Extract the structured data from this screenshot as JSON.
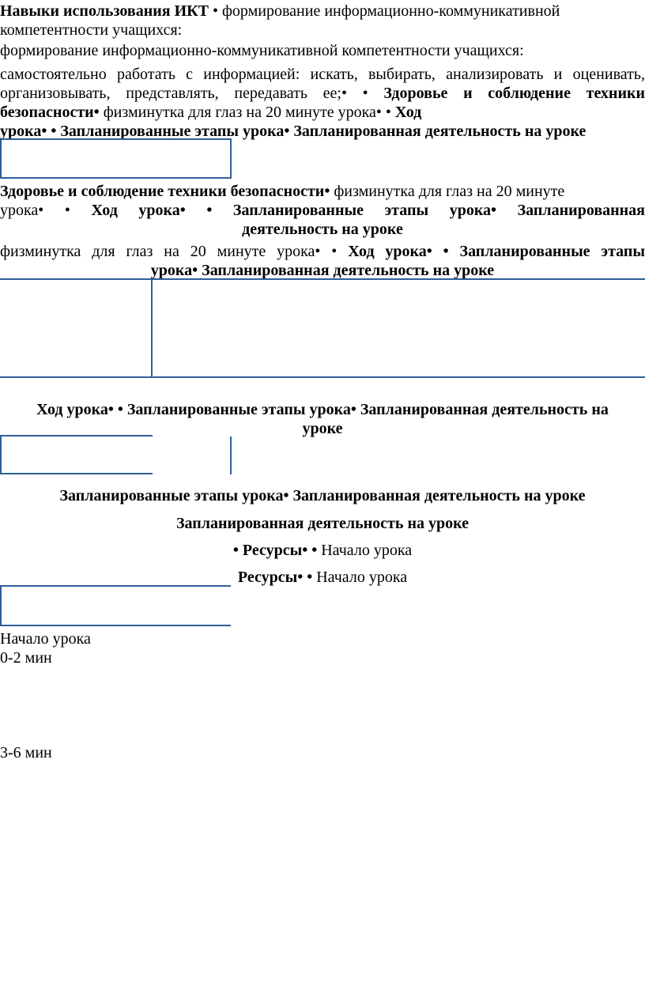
{
  "sections": {
    "s1": {
      "b1": "Навыки использования ИКТ",
      "t1": "• формирование информационно-коммуникативной",
      "t2": "компетентности учащихся:"
    },
    "s2": {
      "t1": "формирование информационно-коммуникативной компетентности учащихся:"
    },
    "s3": {
      "l1": "самостоятельно работать с информацией: искать, выбирать, анализировать и оценивать,",
      "l2_t": "организовывать, представлять, передавать ее;• •",
      "l2_b": "Здоровье и соблюдение техники",
      "l3_b": "безопасности•",
      "l3_t": "физминутка для глаз на 20 минуте урока• •",
      "l3_b2": "Ход",
      "l4_b": "урока• • Запланированные этапы урока• Запланированная деятельность на уроке"
    },
    "s4": {
      "l1_b": "Здоровье и соблюдение техники безопасности•",
      "l1_t": "физминутка для глаз на 20 минуте",
      "l2_t": "урока• •",
      "l2_b": "Ход урока• • Запланированные этапы урока• Запланированная",
      "l3_b": "деятельность на уроке"
    },
    "s5": {
      "l1_t": "физминутка для глаз на 20 минуте урока• •",
      "l1_b": "Ход урока• • Запланированные этапы",
      "l2_b": "урока• Запланированная деятельность на уроке"
    },
    "s6": {
      "l1": "Ход урока• • Запланированные этапы урока• Запланированная деятельность на",
      "l2": "уроке"
    },
    "s7": {
      "t": "Запланированные этапы урока• Запланированная деятельность на уроке"
    },
    "s8": {
      "t": "Запланированная деятельность на уроке"
    },
    "s9": {
      "b": "• Ресурсы• •",
      "t": "Начало урока"
    },
    "s10": {
      "b": "Ресурсы• •",
      "t": "Начало урока"
    },
    "s11": {
      "t1": "Начало урока",
      "t2": "0-2 мин"
    },
    "s12": {
      "t": "3-6 мин"
    }
  },
  "colors": {
    "table_border": "#2e5f9a",
    "text": "#000000"
  }
}
